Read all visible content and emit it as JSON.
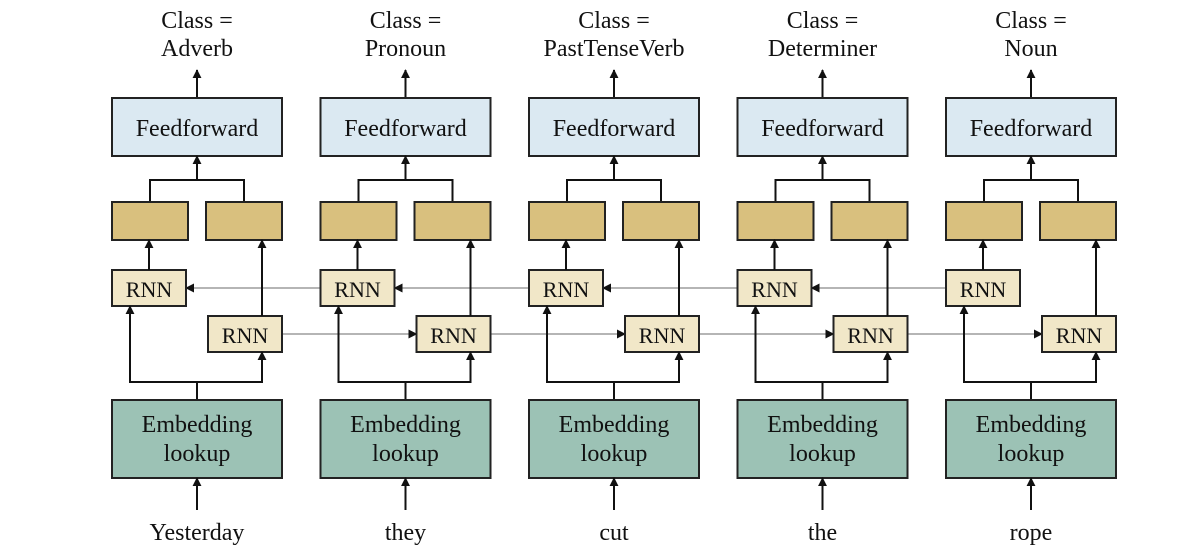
{
  "colors": {
    "feedforward": "#dbe9f2",
    "state": "#d9c07e",
    "rnn": "#f1e7c8",
    "embedding": "#9cc2b5",
    "connector": "#b5b5b5",
    "stroke": "#111111"
  },
  "labels": {
    "class_prefix": "Class =",
    "feedforward": "Feedforward",
    "rnn": "RNN",
    "embedding_line1": "Embedding",
    "embedding_line2": "lookup"
  },
  "columns": [
    {
      "word": "Yesterday",
      "class": "Adverb"
    },
    {
      "word": "they",
      "class": "Pronoun"
    },
    {
      "word": "cut",
      "class": "PastTenseVerb"
    },
    {
      "word": "the",
      "class": "Determiner"
    },
    {
      "word": "rope",
      "class": "Noun"
    }
  ]
}
